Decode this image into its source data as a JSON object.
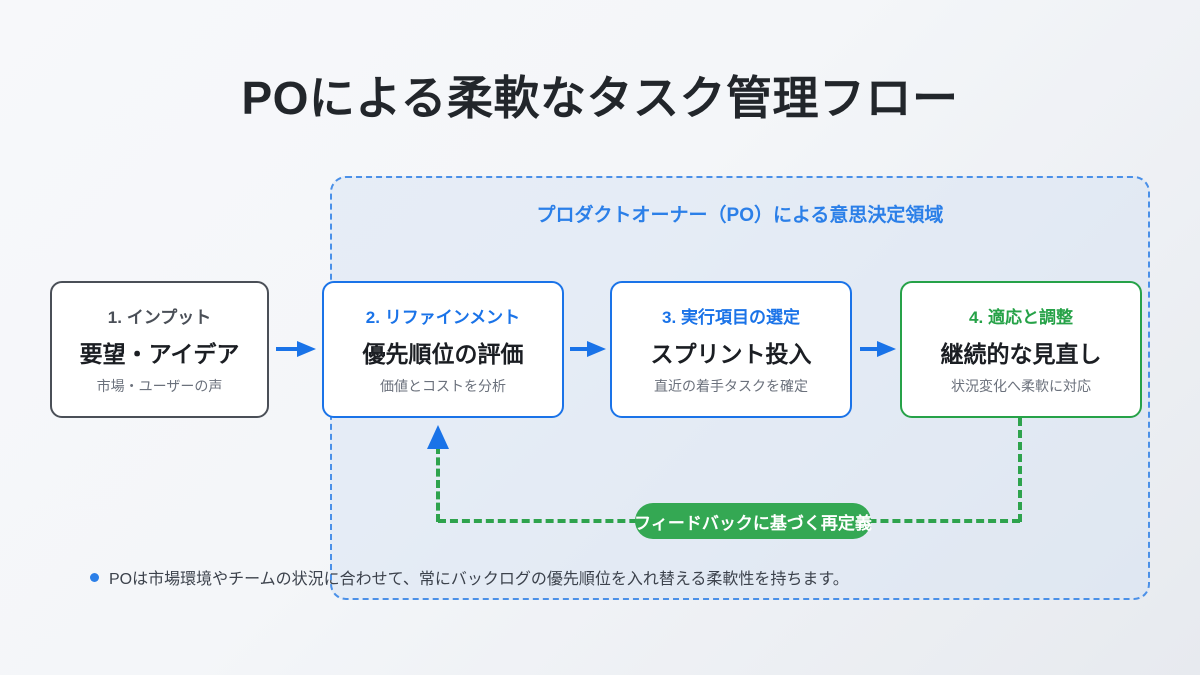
{
  "page": {
    "title": "POによる柔軟なタスク管理フロー",
    "background_start": "#f7f8fa",
    "background_end": "#e7eaef"
  },
  "po_region": {
    "label": "プロダクトオーナー（PO）による意思決定領域",
    "border_color": "#4a90e8",
    "fill_color": "#d6e1f2"
  },
  "cards": [
    {
      "step": "1. インプット",
      "headline": "要望・アイデア",
      "detail": "市場・ユーザーの声",
      "accent": "#4a4f57"
    },
    {
      "step": "2. リファインメント",
      "headline": "優先順位の評価",
      "detail": "価値とコストを分析",
      "accent": "#1a73e8"
    },
    {
      "step": "3. 実行項目の選定",
      "headline": "スプリント投入",
      "detail": "直近の着手タスクを確定",
      "accent": "#1a73e8"
    },
    {
      "step": "4. 適応と調整",
      "headline": "継続的な見直し",
      "detail": "状況変化へ柔軟に対応",
      "accent": "#26a248"
    }
  ],
  "flow_arrows": {
    "color": "#1a73e8",
    "count": 3
  },
  "feedback_loop": {
    "pill_label": "フィードバックに基づく再定義",
    "pill_color": "#34a853",
    "line_color": "#2ea34d",
    "arrowhead_color": "#1a73e8",
    "style": "dashed"
  },
  "note": {
    "bullet_color": "#2b7fe8",
    "text": "POは市場環境やチームの状況に合わせて、常にバックログの優先順位を入れ替える柔軟性を持ちます。"
  }
}
